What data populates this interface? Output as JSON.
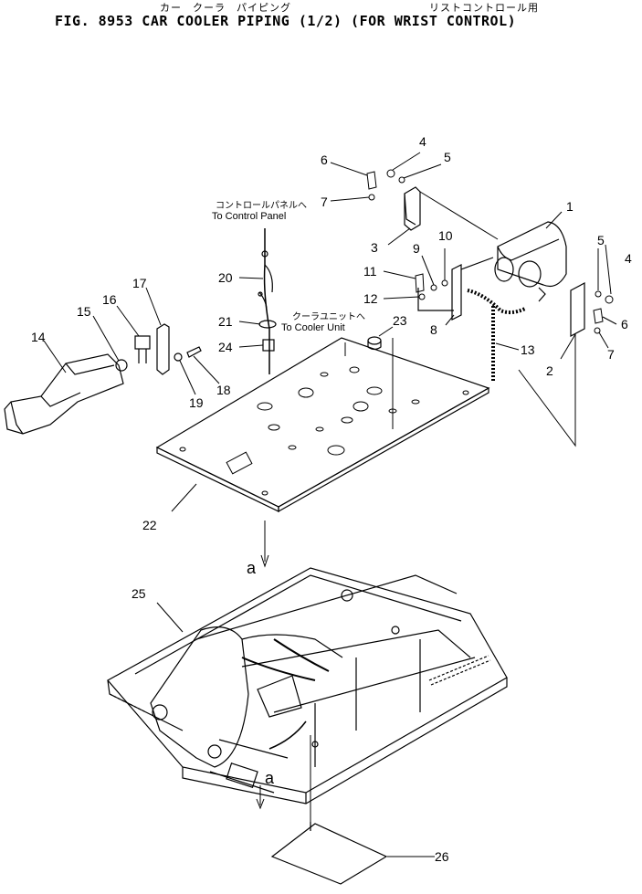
{
  "header": {
    "jp_left": "カー　クーラ　パイピング",
    "jp_right": "リストコントロール用",
    "title": "FIG. 8953  CAR COOLER PIPING (1/2) (FOR WRIST CONTROL)"
  },
  "notes": {
    "control_panel_jp": "コントロールパネルへ",
    "control_panel_en": "To Control Panel",
    "cooler_unit_jp": "クーラユニットへ",
    "cooler_unit_en": "To Cooler Unit"
  },
  "refs": {
    "a_top": "a",
    "a_bottom": "a"
  },
  "callouts": [
    "1",
    "2",
    "3",
    "4",
    "5",
    "6",
    "7",
    "8",
    "9",
    "10",
    "11",
    "12",
    "13",
    "14",
    "15",
    "16",
    "17",
    "18",
    "19",
    "20",
    "21",
    "22",
    "23",
    "24",
    "25",
    "26",
    "4",
    "5",
    "6",
    "7"
  ]
}
